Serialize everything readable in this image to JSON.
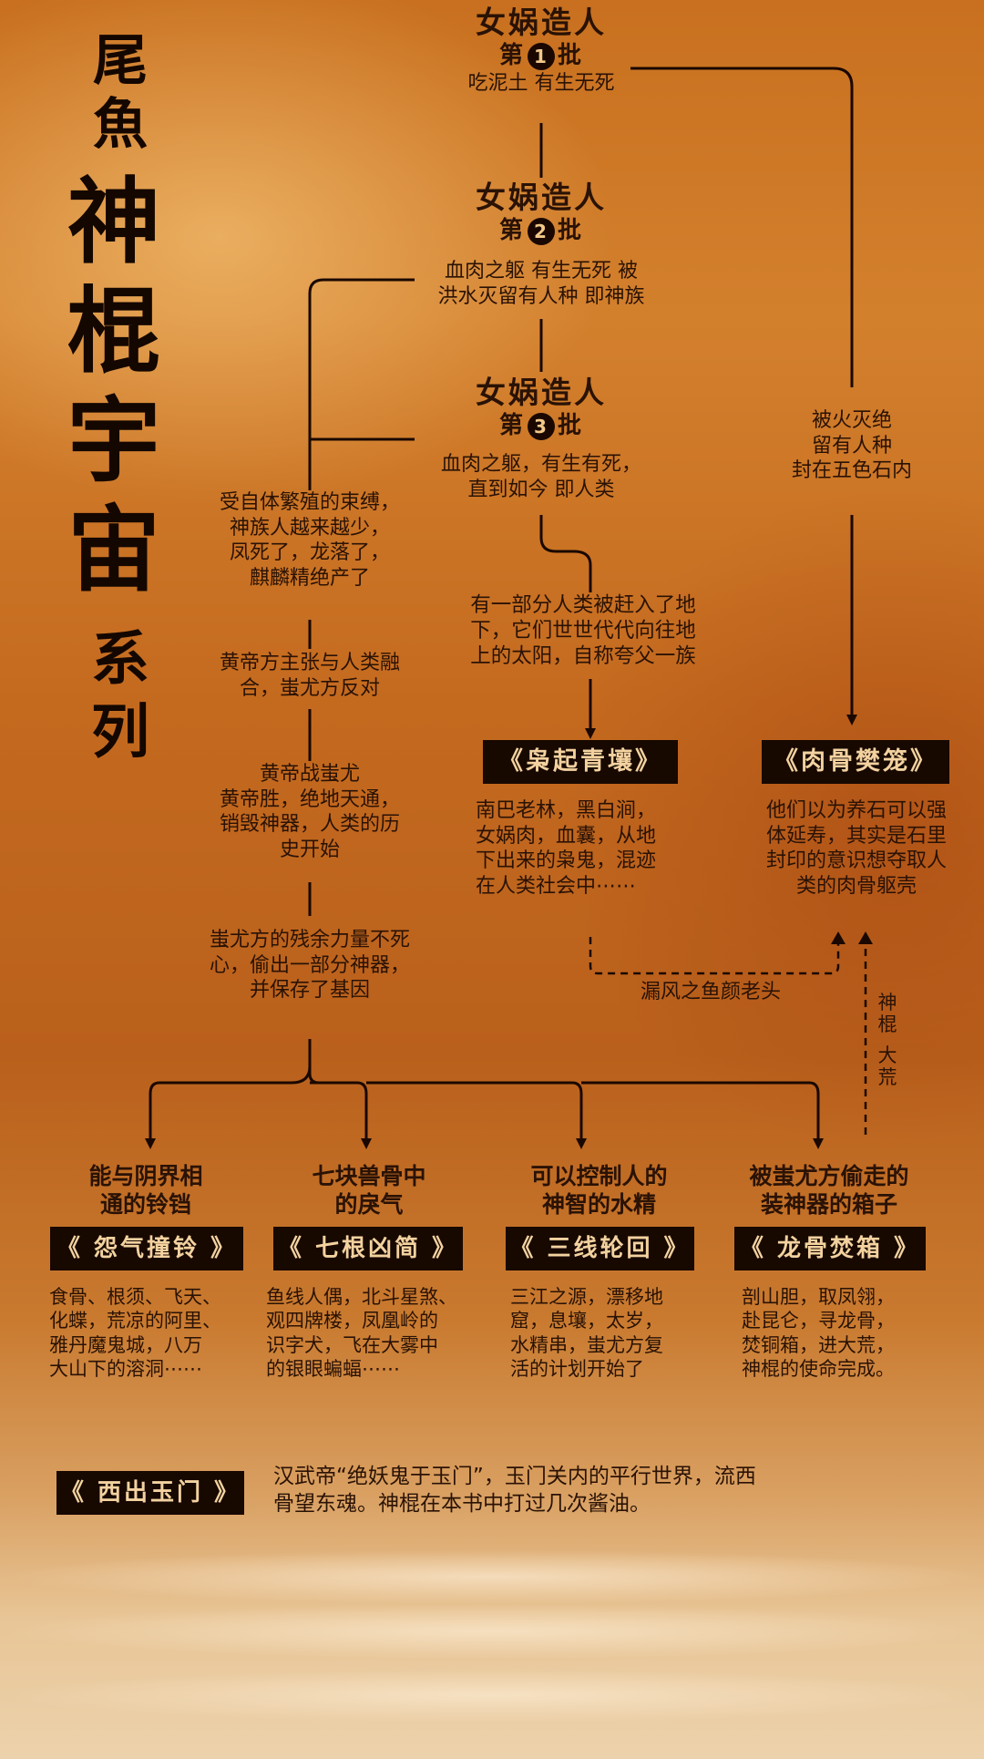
{
  "title": {
    "author": [
      "尾",
      "魚"
    ],
    "main": [
      "神",
      "棍",
      "宇",
      "宙"
    ],
    "tail": [
      "系",
      "列"
    ]
  },
  "batches": [
    {
      "name": "女娲造人",
      "num_prefix": "第",
      "num": "1",
      "num_suffix": "批",
      "desc": [
        "吃泥土 有生无死"
      ]
    },
    {
      "name": "女娲造人",
      "num_prefix": "第",
      "num": "2",
      "num_suffix": "批",
      "desc": [
        "血肉之躯  有生无死 被",
        "洪水灭留有人种 即神族"
      ]
    },
    {
      "name": "女娲造人",
      "num_prefix": "第",
      "num": "3",
      "num_suffix": "批",
      "desc": [
        "血肉之躯，有生有死，",
        "直到如今 即人类"
      ]
    }
  ],
  "fire_note": [
    "被火灭绝",
    "留有人种",
    "封在五色石内"
  ],
  "left_chain": [
    [
      "受自体繁殖的束缚，",
      "神族人越来越少，",
      "凤死了，龙落了，",
      "麒麟精绝产了"
    ],
    [
      "黄帝方主张与人类融",
      "合，蚩尤方反对"
    ],
    [
      "黄帝战蚩尤",
      "黄帝胜，绝地天通，",
      "销毁神器，人类的历",
      "史开始"
    ],
    [
      "蚩尤方的残余力量不死",
      "心，偷出一部分神器，",
      "并保存了基因"
    ]
  ],
  "underground_note": [
    "有一部分人类被赶入了地",
    "下，它们世世代代向往地",
    "上的太阳，自称夸父一族"
  ],
  "books_top": [
    {
      "title": "《枭起青壤》",
      "desc": [
        "南巴老林，黑白涧，",
        "女娲肉，血囊，从地",
        "下出来的枭鬼，混迹",
        "在人类社会中⋯⋯"
      ]
    },
    {
      "title": "《肉骨樊笼》",
      "desc": [
        "他们以为养石可以强",
        "体延寿，其实是石里",
        "封印的意识想夺取人",
        "类的肉骨躯壳"
      ]
    }
  ],
  "connector_label": "漏风之鱼颜老头",
  "vertical_label": [
    "神",
    "棍",
    "",
    "大",
    "荒"
  ],
  "books_bottom": [
    {
      "category": [
        "能与阴界相",
        "通的铃铛"
      ],
      "title": "《 怨气撞铃 》",
      "desc": [
        "食骨、根须、飞天、",
        "化蝶，荒凉的阿里、",
        "雅丹魔鬼城，八万",
        "大山下的溶洞⋯⋯"
      ]
    },
    {
      "category": [
        "七块兽骨中",
        "的戾气"
      ],
      "title": "《 七根凶简 》",
      "desc": [
        "鱼线人偶，北斗星煞、",
        "观四牌楼，凤凰岭的",
        "识字犬，飞在大雾中",
        "的银眼蝙蝠⋯⋯"
      ]
    },
    {
      "category": [
        "可以控制人的",
        "神智的水精"
      ],
      "title": "《 三线轮回 》",
      "desc": [
        "三江之源，漂移地",
        "窟，息壤，太岁，",
        "水精串，蚩尤方复",
        "活的计划开始了"
      ]
    },
    {
      "category": [
        "被蚩尤方偷走的",
        "装神器的箱子"
      ],
      "title": "《 龙骨焚箱 》",
      "desc": [
        "剖山胆，取凤翎，",
        "赴昆仑，寻龙骨，",
        "焚铜箱，进大荒，",
        "神棍的使命完成。"
      ]
    }
  ],
  "final_book": {
    "title": "《 西出玉门 》",
    "desc": [
      "汉武帝“绝妖鬼于玉门”，玉门关内的平行世界，流西",
      "骨望东魂。神棍在本书中打过几次酱油。"
    ]
  }
}
